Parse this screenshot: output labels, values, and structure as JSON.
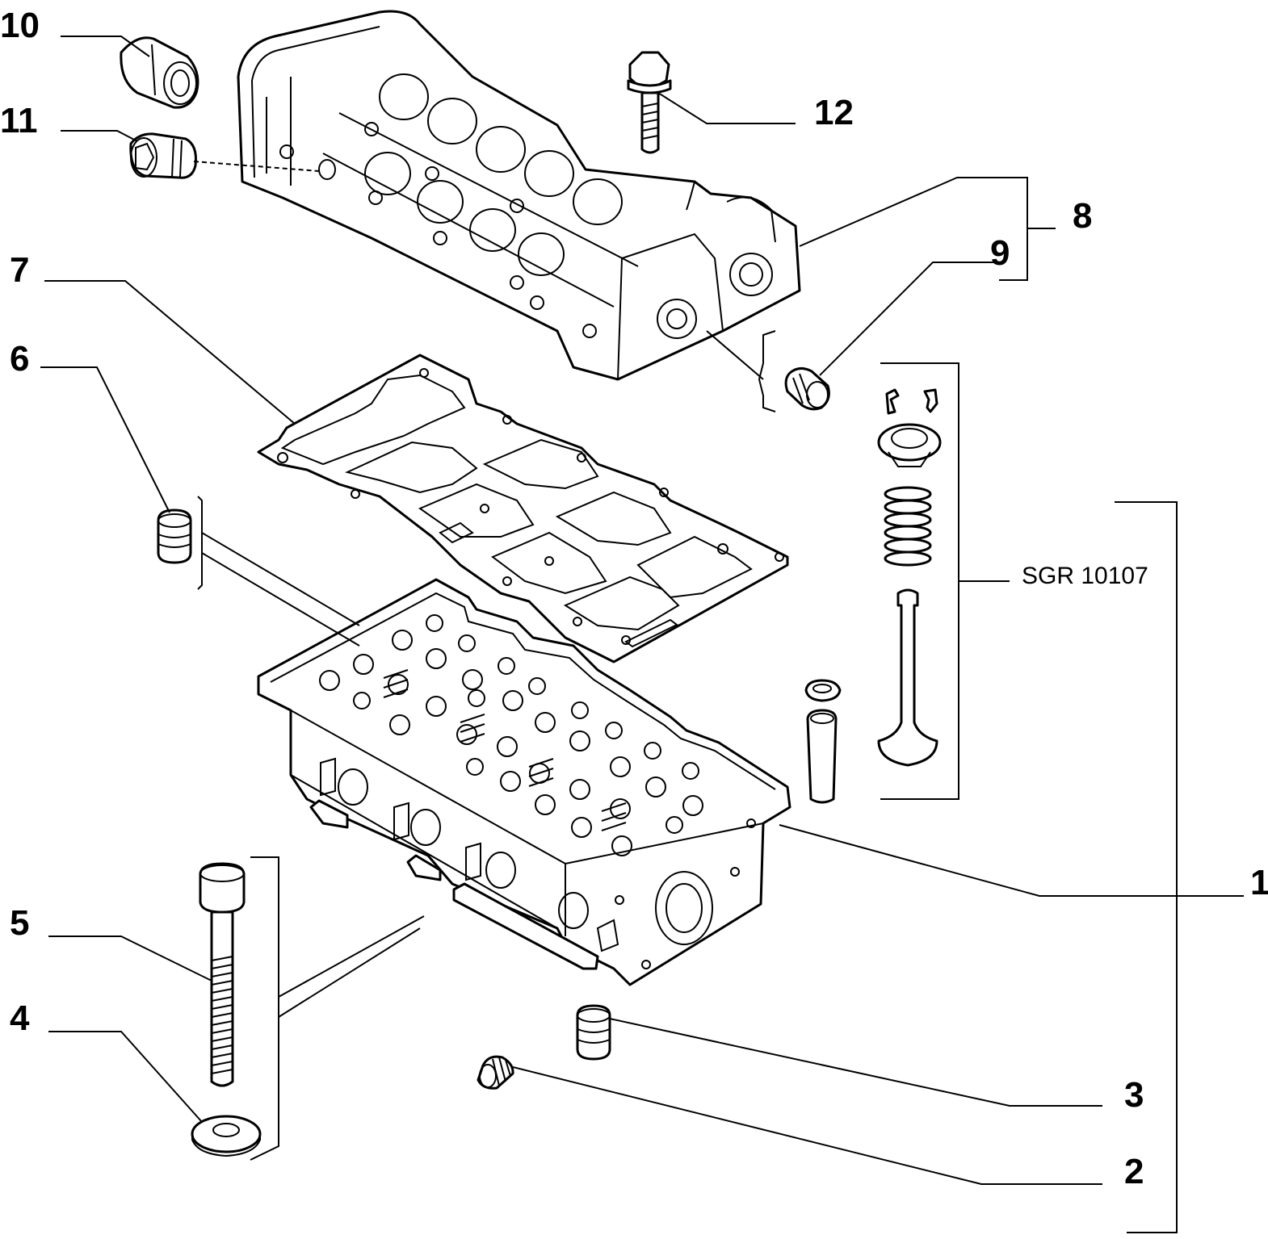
{
  "callouts": {
    "c1": "1",
    "c2": "2",
    "c3": "3",
    "c4": "4",
    "c5": "5",
    "c6": "6",
    "c7": "7",
    "c8": "8",
    "c9": "9",
    "c10": "10",
    "c11": "11",
    "c12": "12"
  },
  "reference_code": "SGR 10107"
}
